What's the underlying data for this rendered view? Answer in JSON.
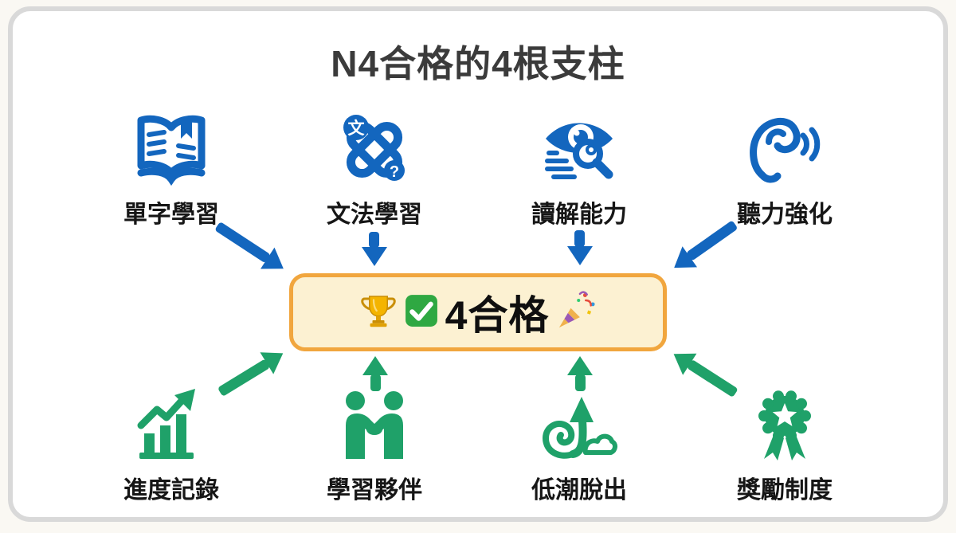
{
  "title": "N4合格的4根支柱",
  "top_pillars": [
    {
      "label": "單字學習",
      "icon": "open-book-icon"
    },
    {
      "label": "文法學習",
      "icon": "grammar-links-icon"
    },
    {
      "label": "讀解能力",
      "icon": "eye-magnifier-icon"
    },
    {
      "label": "聽力強化",
      "icon": "ear-sound-icon"
    }
  ],
  "bottom_pillars": [
    {
      "label": "進度記錄",
      "icon": "bar-chart-up-icon"
    },
    {
      "label": "學習夥伴",
      "icon": "handshake-partners-icon"
    },
    {
      "label": "低潮脫出",
      "icon": "spiral-up-arrow-icon"
    },
    {
      "label": "獎勵制度",
      "icon": "award-ribbon-icon"
    }
  ],
  "center_box": {
    "text": "4合格",
    "icons": [
      "trophy-icon",
      "check-mark-icon",
      "party-popper-icon"
    ]
  },
  "colors": {
    "pillar_blue": "#1366BE",
    "pillar_green": "#1FA169",
    "box_background": "#FCF1D2",
    "box_border": "#F1A63E",
    "title_text": "#3B3B3B",
    "label_text": "#161616",
    "card_border": "#D9D9D9"
  }
}
